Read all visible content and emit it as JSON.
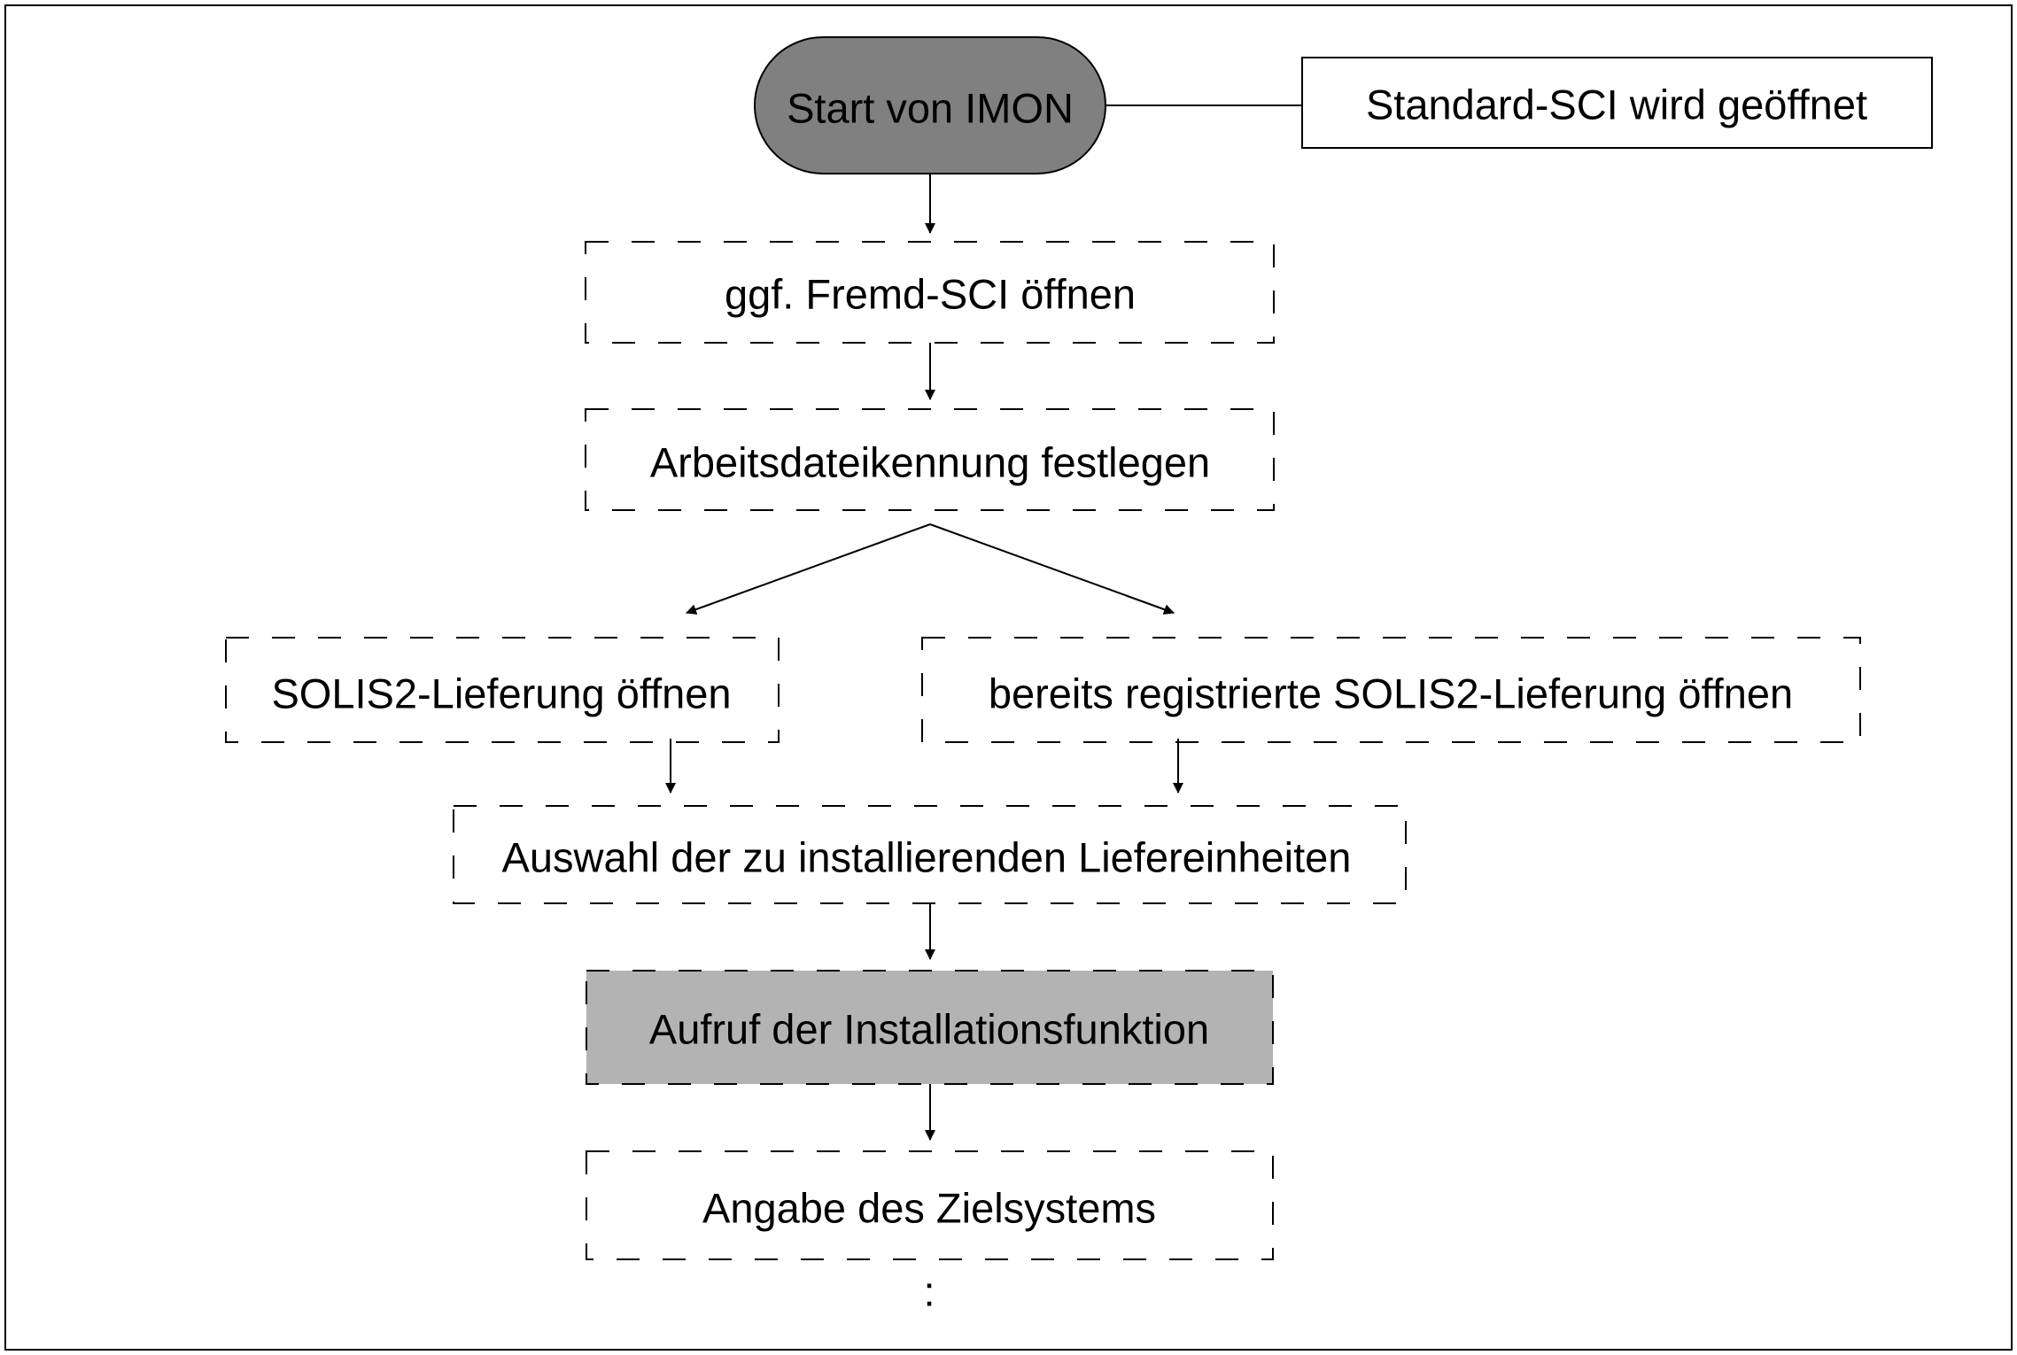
{
  "diagram": {
    "start": "Start von IMON",
    "note": "Standard-SCI wird geöffnet",
    "step_fremd_sci": "ggf. Fremd-SCI öffnen",
    "step_arbeitsdatei": "Arbeitsdateikennung festlegen",
    "branch_left": "SOLIS2-Lieferung öffnen",
    "branch_right": "bereits registrierte SOLIS2-Lieferung öffnen",
    "step_auswahl": "Auswahl der zu installierenden Liefereinheiten",
    "step_installation": "Aufruf der Installationsfunktion",
    "step_zielsystem": "Angabe des Zielsystems",
    "continuation": ":"
  },
  "colors": {
    "start_fill": "#808080",
    "installation_fill": "#b3b3b3",
    "stroke": "#000000"
  }
}
